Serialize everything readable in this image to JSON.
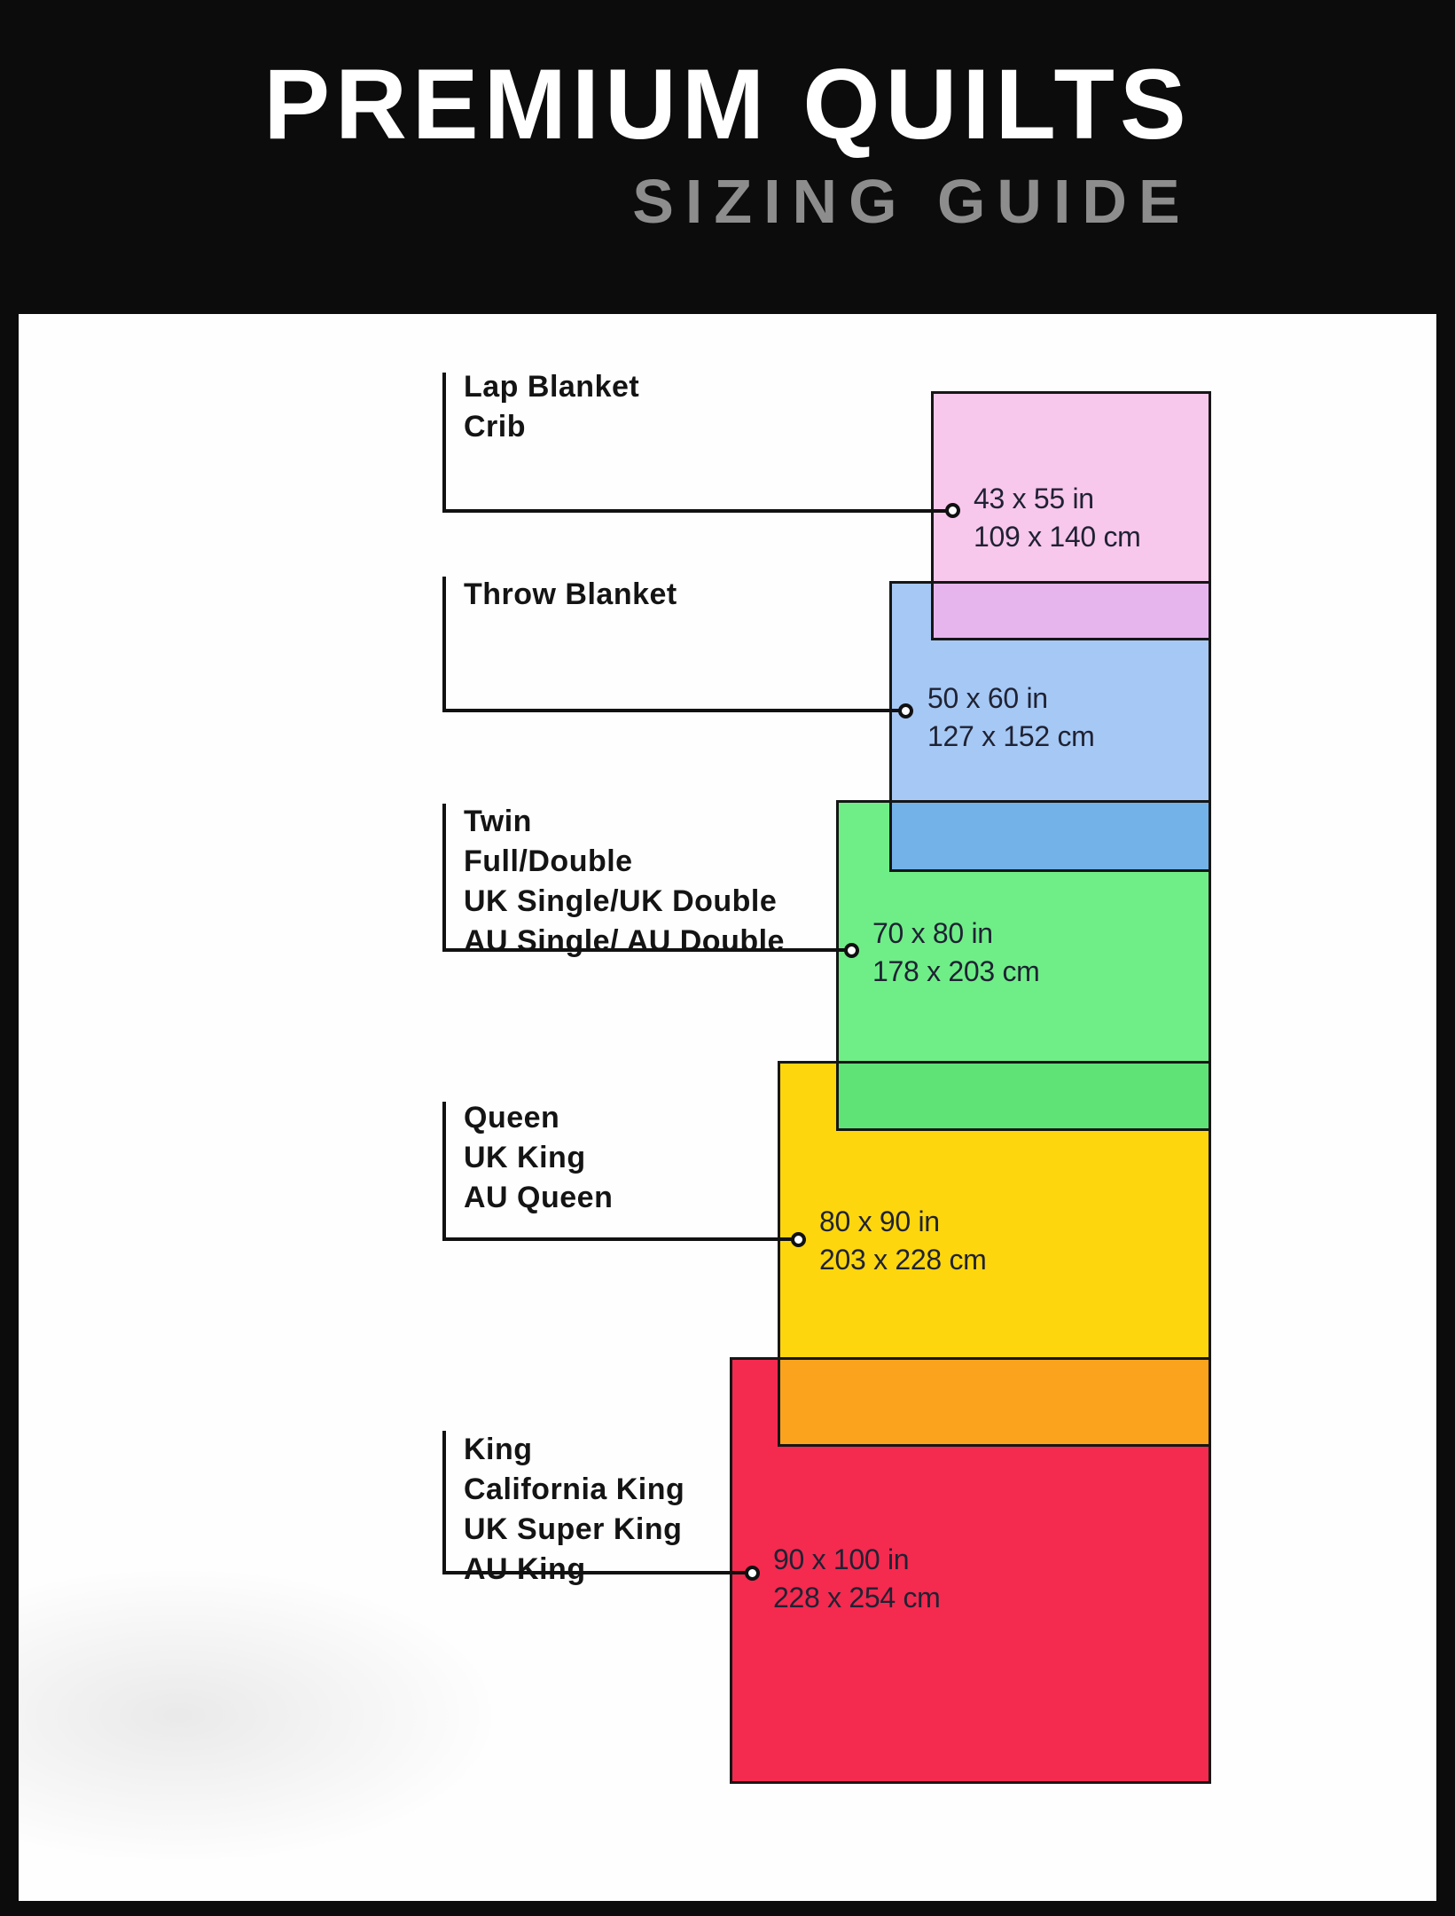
{
  "header": {
    "title": "PREMIUM QUILTS",
    "subtitle": "SIZING GUIDE"
  },
  "diagram": {
    "sizes": [
      {
        "id": "lap-blanket-crib",
        "labels": [
          "Lap Blanket",
          "Crib"
        ],
        "inches": "43 x 55 in",
        "centimeters": "109 x 140 cm",
        "color": "#f8c7ec",
        "overlap_color": "#e7b5ee"
      },
      {
        "id": "throw-blanket",
        "labels": [
          "Throw Blanket"
        ],
        "inches": "50 x 60 in",
        "centimeters": "127 x 152 cm",
        "color": "#a6c8f4",
        "overlap_color": "#72b2e9"
      },
      {
        "id": "twin-full-double",
        "labels": [
          "Twin",
          "Full/Double",
          "UK Single/UK Double",
          "AU Single/ AU Double"
        ],
        "inches": "70 x 80 in",
        "centimeters": "178 x 203 cm",
        "color": "#6fee87",
        "overlap_color": "#5fe377"
      },
      {
        "id": "queen",
        "labels": [
          "Queen",
          "UK King",
          "AU Queen"
        ],
        "inches": "80 x 90 in",
        "centimeters": "203 x 228 cm",
        "color": "#fdd60e",
        "overlap_color": "#fca31d"
      },
      {
        "id": "king",
        "labels": [
          "King",
          "California King",
          "UK Super King",
          "AU King"
        ],
        "inches": "90 x 100 in",
        "centimeters": "228 x 254 cm",
        "color": "#f42a4f",
        "overlap_color": ""
      }
    ]
  }
}
